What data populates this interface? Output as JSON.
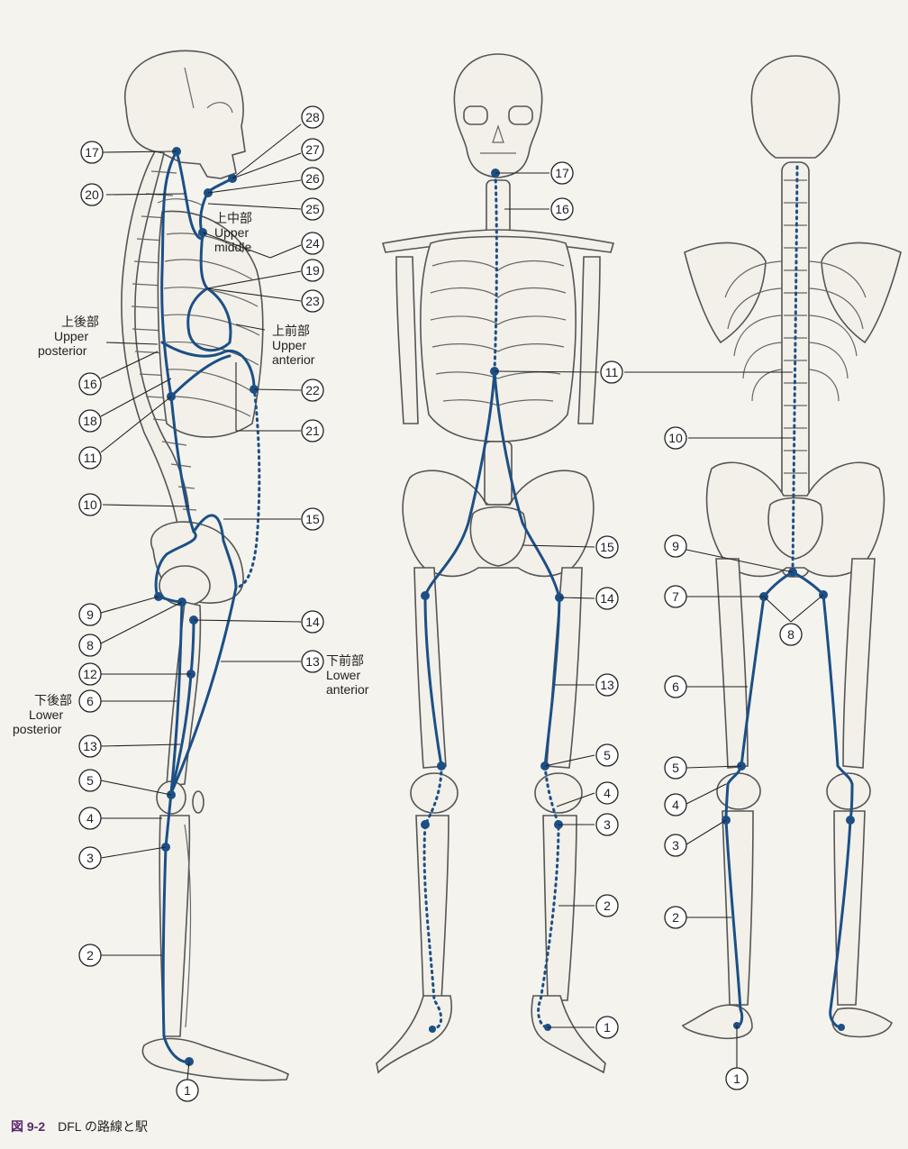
{
  "caption": {
    "figure": "図 9-2",
    "text": "DFL の路線と駅"
  },
  "labels": {
    "upper_middle": [
      "上中部",
      "Upper",
      "middle"
    ],
    "upper_posterior": [
      "上後部",
      "Upper",
      "posterior"
    ],
    "upper_anterior": [
      "上前部",
      "Upper",
      "anterior"
    ],
    "lower_anterior": [
      "下前部",
      "Lower",
      "anterior"
    ],
    "lower_posterior": [
      "下後部",
      "Lower",
      "posterior"
    ]
  },
  "colors": {
    "line": "#1c4f86",
    "bone": "#f2f0e8"
  }
}
